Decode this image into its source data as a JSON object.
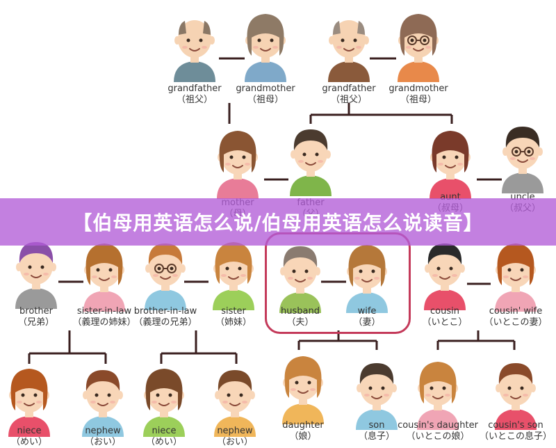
{
  "title": "【伯母用英语怎么说/伯母用英语怎么说读音】",
  "members": [
    {
      "id": "grandfather-paternal",
      "en": "grandfather",
      "jp": "（祖父）",
      "hair": "#8a7765",
      "shirt": "#6e8d99",
      "skin": "#f6d3b3",
      "gender": "m",
      "bald": true,
      "glasses": false
    },
    {
      "id": "grandmother-paternal",
      "en": "grandmother",
      "jp": "（祖母）",
      "hair": "#8e7a66",
      "shirt": "#7fa9c9",
      "skin": "#f6d3b3",
      "gender": "f",
      "bald": false,
      "glasses": false
    },
    {
      "id": "grandfather-maternal",
      "en": "grandfather",
      "jp": "（祖父）",
      "hair": "#9a8c80",
      "shirt": "#8a5a3b",
      "skin": "#f6d3b3",
      "gender": "m",
      "bald": true,
      "glasses": false
    },
    {
      "id": "grandmother-maternal",
      "en": "grandmother",
      "jp": "（祖母）",
      "hair": "#8e6a55",
      "shirt": "#e8894a",
      "skin": "#f6d3b3",
      "gender": "f",
      "bald": false,
      "glasses": true
    },
    {
      "id": "mother",
      "en": "mother",
      "jp": "（母）",
      "hair": "#8a5533",
      "shirt": "#e87c98",
      "skin": "#f8d6b8",
      "gender": "f",
      "bald": false,
      "glasses": false
    },
    {
      "id": "father",
      "en": "father",
      "jp": "（父）",
      "hair": "#4b3b2f",
      "shirt": "#7fb54a",
      "skin": "#f8d6b8",
      "gender": "m",
      "bald": false,
      "glasses": false
    },
    {
      "id": "aunt",
      "en": "aunt",
      "jp": "（叔母）",
      "hair": "#7a3a2a",
      "shirt": "#e8506a",
      "skin": "#f8d6b8",
      "gender": "f",
      "bald": false,
      "glasses": false
    },
    {
      "id": "uncle",
      "en": "uncle",
      "jp": "（叔父）",
      "hair": "#3a2d24",
      "shirt": "#9a9a9a",
      "skin": "#f8d6b8",
      "gender": "m",
      "bald": false,
      "glasses": true
    },
    {
      "id": "brother",
      "en": "brother",
      "jp": "（兄弟）",
      "hair": "#8a4fa8",
      "shirt": "#9a9a9a",
      "skin": "#f8d6b8",
      "gender": "m",
      "bald": false,
      "glasses": false
    },
    {
      "id": "sister-in-law",
      "en": "sister-in-law",
      "jp": "（義理の姉妹）",
      "hair": "#b5702f",
      "shirt": "#f0a5b5",
      "skin": "#f8d6b8",
      "gender": "f",
      "bald": false,
      "glasses": false
    },
    {
      "id": "brother-in-law",
      "en": "brother-in-law",
      "jp": "（義理の兄弟）",
      "hair": "#c77a3a",
      "shirt": "#8fc8e0",
      "skin": "#f8d6b8",
      "gender": "m",
      "bald": false,
      "glasses": true
    },
    {
      "id": "sister",
      "en": "sister",
      "jp": "（姉妹）",
      "hair": "#c9843e",
      "shirt": "#9ccf5a",
      "skin": "#f8d6b8",
      "gender": "f",
      "bald": false,
      "glasses": false
    },
    {
      "id": "husband",
      "en": "husband",
      "jp": "（夫）",
      "hair": "#8a7b70",
      "shirt": "#9ac25a",
      "skin": "#f8d6b8",
      "gender": "m",
      "bald": false,
      "glasses": false
    },
    {
      "id": "wife",
      "en": "wife",
      "jp": "（妻）",
      "hair": "#b5783a",
      "shirt": "#8fc8e0",
      "skin": "#f8d6b8",
      "gender": "f",
      "bald": false,
      "glasses": false
    },
    {
      "id": "cousin",
      "en": "cousin",
      "jp": "（いとこ）",
      "hair": "#2a2a2a",
      "shirt": "#e8506a",
      "skin": "#f8d6b8",
      "gender": "m",
      "bald": false,
      "glasses": false
    },
    {
      "id": "cousin-wife",
      "en": "cousin' wife",
      "jp": "（いとこの妻）",
      "hair": "#b5581f",
      "shirt": "#f0a5b5",
      "skin": "#f8d6b8",
      "gender": "f",
      "bald": false,
      "glasses": false
    },
    {
      "id": "niece-1",
      "en": "niece",
      "jp": "（めい）",
      "hair": "#b5581f",
      "shirt": "#e8506a",
      "skin": "#f8d6b8",
      "gender": "f",
      "bald": false,
      "glasses": false
    },
    {
      "id": "nephew-1",
      "en": "nephew",
      "jp": "（おい）",
      "hair": "#8a4a2a",
      "shirt": "#8fc8e0",
      "skin": "#f8d6b8",
      "gender": "m",
      "bald": false,
      "glasses": false
    },
    {
      "id": "niece-2",
      "en": "niece",
      "jp": "（めい）",
      "hair": "#7a4a2a",
      "shirt": "#9ccf5a",
      "skin": "#f8d6b8",
      "gender": "f",
      "bald": false,
      "glasses": false
    },
    {
      "id": "nephew-2",
      "en": "nephew",
      "jp": "（おい）",
      "hair": "#7a4a2a",
      "shirt": "#f0b65a",
      "skin": "#f8d6b8",
      "gender": "m",
      "bald": false,
      "glasses": false
    },
    {
      "id": "daughter",
      "en": "daughter",
      "jp": "（娘）",
      "hair": "#c9843e",
      "shirt": "#f0b65a",
      "skin": "#f8d6b8",
      "gender": "f",
      "bald": false,
      "glasses": false
    },
    {
      "id": "son",
      "en": "son",
      "jp": "（息子）",
      "hair": "#4b3b2f",
      "shirt": "#8fc8e0",
      "skin": "#f8d6b8",
      "gender": "m",
      "bald": false,
      "glasses": false
    },
    {
      "id": "cousins-daughter",
      "en": "cousin's daughter",
      "jp": "（いとこの娘）",
      "hair": "#c9843e",
      "shirt": "#f0a5b5",
      "skin": "#f8d6b8",
      "gender": "f",
      "bald": false,
      "glasses": false
    },
    {
      "id": "cousins-son",
      "en": "cousin's son",
      "jp": "（いとこの息子）",
      "hair": "#8a4a2a",
      "shirt": "#e8506a",
      "skin": "#f8d6b8",
      "gender": "m",
      "bald": false,
      "glasses": false
    }
  ]
}
